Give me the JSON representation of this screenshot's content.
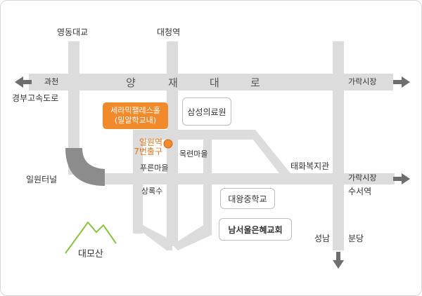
{
  "road": {
    "main_name": [
      "양",
      "재",
      "대",
      "로"
    ],
    "left_end": "과천",
    "right_end": "가락시장"
  },
  "labels": {
    "yeongdong_bridge": "영동대교",
    "daecheong_station": "대청역",
    "gyeongbu_expressway": "경부고속도로",
    "irwon_tunnel": "일원터널",
    "samsung_hospital": "삼성의료원",
    "station_exit_line1": "일원역",
    "station_exit_line2": "7번출구",
    "pureun_village": "푸른마을",
    "mongnyeon_village": "목련마을",
    "sangnoksu": "상록수",
    "taehwa_welfare": "태화복지관",
    "garak_market_lower": "가락시장",
    "suseo_station": "수서역",
    "daewang_middle_school": "대왕중학교",
    "church": "남서울은혜교회",
    "seongnam": "성남",
    "bundang": "분당",
    "mountain": "대모산"
  },
  "highlight": {
    "line1": "세라믹팰레스홀",
    "line2": "(밀알학교내)"
  },
  "colors": {
    "road": "#dcdcdc",
    "tunnel": "#8c8c8c",
    "arrow": "#6e6e6e",
    "accent": "#f08a2a",
    "mountain": "#8ac43f"
  }
}
